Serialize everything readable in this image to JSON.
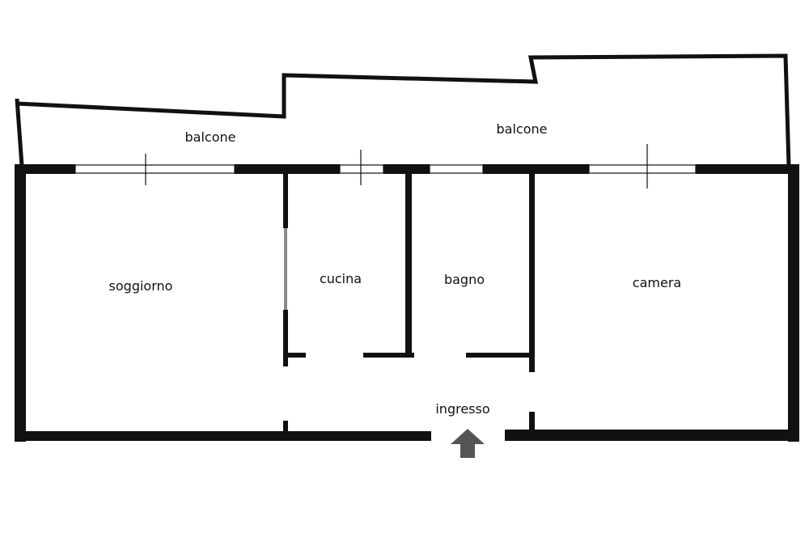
{
  "rooms": {
    "balcone_left": "balcone",
    "balcone_right": "balcone",
    "soggiorno": "soggiorno",
    "cucina": "cucina",
    "bagno": "bagno",
    "camera": "camera",
    "ingresso": "ingresso"
  },
  "icons": {
    "entrance": "entrance-arrow-icon"
  },
  "colors": {
    "wall": "#111111",
    "sliding_door": "#8a8a8a",
    "arrow": "#555555",
    "background": "#ffffff"
  }
}
